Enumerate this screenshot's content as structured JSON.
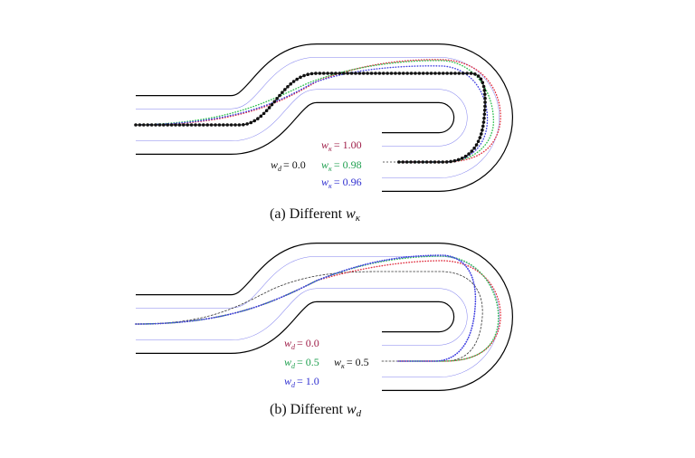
{
  "panels": [
    {
      "caption_prefix": "(a) Different",
      "caption_var": "w",
      "caption_sub": "κ",
      "fixed_label": {
        "var": "w",
        "sub": "d",
        "text": "= 0.0"
      },
      "series": [
        {
          "var": "w",
          "sub": "κ",
          "text": "= 1.00",
          "color": "#a0204a",
          "line_color": "#e03040"
        },
        {
          "var": "w",
          "sub": "κ",
          "text": "= 0.98",
          "color": "#20a050",
          "line_color": "#30c050"
        },
        {
          "var": "w",
          "sub": "κ",
          "text": "= 0.96",
          "color": "#3030d0",
          "line_color": "#4040e0"
        }
      ]
    },
    {
      "caption_prefix": "(b) Different",
      "caption_var": "w",
      "caption_sub": "d",
      "fixed_label": {
        "var": "w",
        "sub": "κ",
        "text": "= 0.5"
      },
      "series": [
        {
          "var": "w",
          "sub": "d",
          "text": "= 0.0",
          "color": "#a0204a",
          "line_color": "#e03040"
        },
        {
          "var": "w",
          "sub": "d",
          "text": "= 0.5",
          "color": "#20a050",
          "line_color": "#30c050"
        },
        {
          "var": "w",
          "sub": "d",
          "text": "= 1.0",
          "color": "#3030d0",
          "line_color": "#4040e0"
        }
      ]
    }
  ]
}
